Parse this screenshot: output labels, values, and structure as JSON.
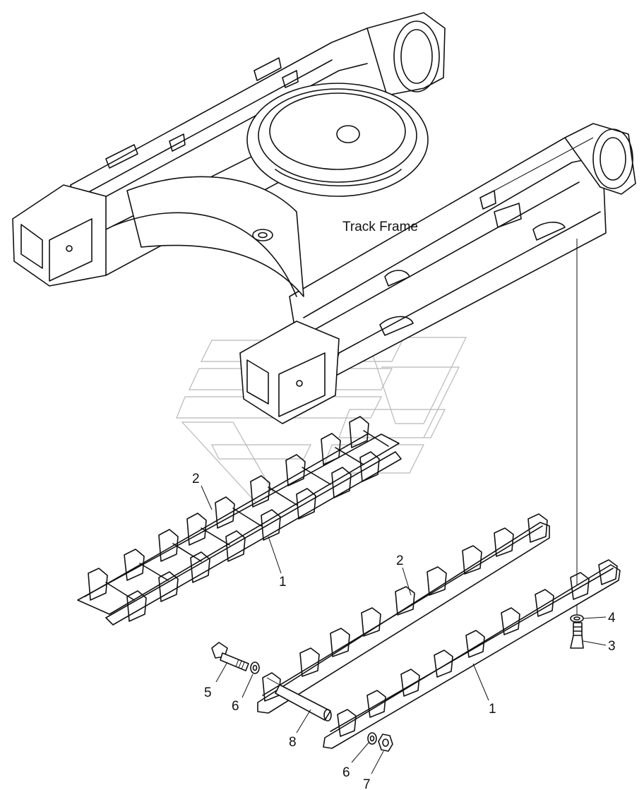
{
  "title": "Track Frame",
  "callouts": [
    {
      "id": "c2a",
      "text": "2"
    },
    {
      "id": "c1a",
      "text": "1"
    },
    {
      "id": "c2b",
      "text": "2"
    },
    {
      "id": "c1b",
      "text": "1"
    },
    {
      "id": "c4",
      "text": "4"
    },
    {
      "id": "c3",
      "text": "3"
    },
    {
      "id": "c5",
      "text": "5"
    },
    {
      "id": "c6a",
      "text": "6"
    },
    {
      "id": "c8",
      "text": "8"
    },
    {
      "id": "c6b",
      "text": "6"
    },
    {
      "id": "c7",
      "text": "7"
    }
  ]
}
